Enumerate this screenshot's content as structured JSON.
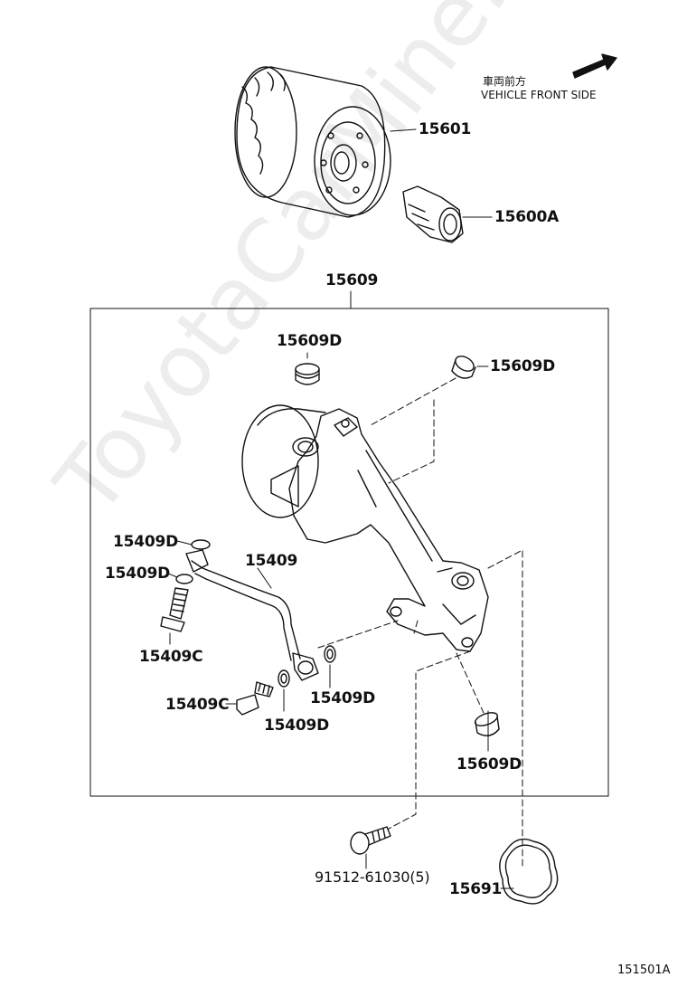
{
  "orientation": {
    "japanese": "車両前方",
    "english": "VEHICLE FRONT SIDE"
  },
  "parts": {
    "p15601": "15601",
    "p15600A": "15600A",
    "p15609": "15609",
    "p15609D_top": "15609D",
    "p15609D_right": "15609D",
    "p15609D_bottom": "15609D",
    "p15409": "15409",
    "p15409D_a": "15409D",
    "p15409D_b": "15409D",
    "p15409D_c": "15409D",
    "p15409D_d": "15409D",
    "p15409C_a": "15409C",
    "p15409C_b": "15409C",
    "p91512": "91512-61030(5)",
    "p15691": "15691"
  },
  "figure_code": "151501A",
  "watermark": "ToyotaCarMine.ru",
  "colors": {
    "line": "#111111",
    "watermark": "#eeeeee"
  }
}
